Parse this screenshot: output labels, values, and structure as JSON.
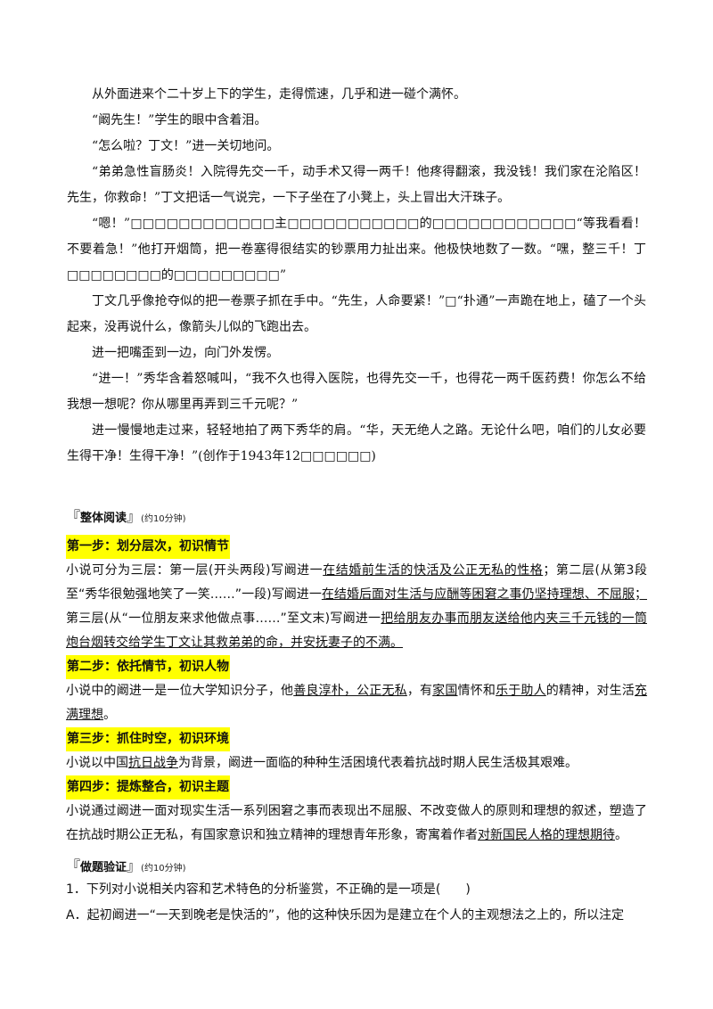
{
  "story": {
    "p1": "从外面进来个二十岁上下的学生，走得慌速，几乎和进一碰个满怀。",
    "p2": "“阚先生！”学生的眼中含着泪。",
    "p3": "“怎么啦？丁文！”进一关切地问。",
    "p4": "“弟弟急性盲肠炎！入院得先交一千，动手术又得一两千！他疼得翻滚，我没钱！我们家在沦陷区！先生，你救命！”丁文把话一气说完，一下子坐在了小凳上，头上冒出大汗珠子。",
    "p5": "“嗯！”□□□□□□□□□□□□主□□□□□□□□□□□的□□□□□□□□□□□□“等我看看！不要着急！”他打开烟筒，把一卷塞得很结实的钞票用力扯出来。他极快地数了一数。“嘿，整三千！丁□□□□□□□□的□□□□□□□□□”",
    "p6": "丁文几乎像抢夺似的把一卷票子抓在手中。“先生，人命要紧！”□“扑通”一声跪在地上，磕了一个头起来，没再说什么，像箭头儿似的飞跑出去。",
    "p7": "进一把嘴歪到一边，向门外发愣。",
    "p8": "“进一！”秀华含着怒喊叫，“我不久也得入医院，也得先交一千，也得花一两千医药费！你怎么不给我想一想呢？你从哪里再弄到三千元呢？”",
    "p9": "进一慢慢地走过来，轻轻地拍了两下秀华的肩。“华，天无绝人之路。无论什么吧，咱们的儿女必要生得干净！生得干净！”(创作于1943年12□□□□□□)"
  },
  "reading_header": {
    "open": "『",
    "title": "整体阅读",
    "close": "』",
    "note": "(约10分钟)"
  },
  "steps": {
    "s1_label": "第一步：划分层次，初识情节",
    "s1_a": "小说可分为三层：第一层(开头两段)写阚进一",
    "s1_u1": "在结婚前生活的快活及公正无私的性格",
    "s1_b": "；第二层(从第3段至“秀华很勉强地笑了一笑……”一段)写阚进一",
    "s1_u2": "在结婚后面对生活与应酬等困窘之事仍坚持理想、不屈服；",
    "s1_c": "第三层(从“一位朋友来求他做点事……”至文末)写阚进一",
    "s1_u3": "把给朋友办事而朋友送给他内夹三千元钱的一筒炮台烟转交给学生丁文让其救弟弟的命，并安抚妻子的不满。",
    "s2_label": "第二步：依托情节，初识人物",
    "s2_a": "小说中的阚进一是一位大学知识分子，他",
    "s2_u1": "善良淳朴，公正无私",
    "s2_b": "，有",
    "s2_u2": "家国",
    "s2_c": "情怀和",
    "s2_u3": "乐于助人",
    "s2_d": "的精神，对生活",
    "s2_u4": "充满理想",
    "s2_e": "。",
    "s3_label": "第三步：抓住时空，初识环境",
    "s3_a": "小说以中国",
    "s3_u1": "抗日战争",
    "s3_b": "为背景，阚进一面临的种种生活困境代表着抗战时期人民生活极其艰难。",
    "s4_label": "第四步：提炼整合，初识主题",
    "s4_a": "小说通过阚进一面对现实生活一系列困窘之事而表现出不屈服、不改变做人的原则和理想的叙述，塑造了在抗战时期公正无私，有国家意识和独立精神的理想青年形象，寄寓着作者",
    "s4_u1": "对新国民人格的理想期待",
    "s4_b": "。"
  },
  "practice_header": {
    "open": "『",
    "title": "做题验证",
    "close": "』",
    "note": "(约10分钟)"
  },
  "quiz": {
    "q1": "1．下列对小说相关内容和艺术特色的分析鉴赏，不正确的是一项是(　　)",
    "optA": "A．起初阚进一“一天到晚老是快活的”，他的这种快乐因为是建立在个人的主观想法之上的，所以注定"
  }
}
